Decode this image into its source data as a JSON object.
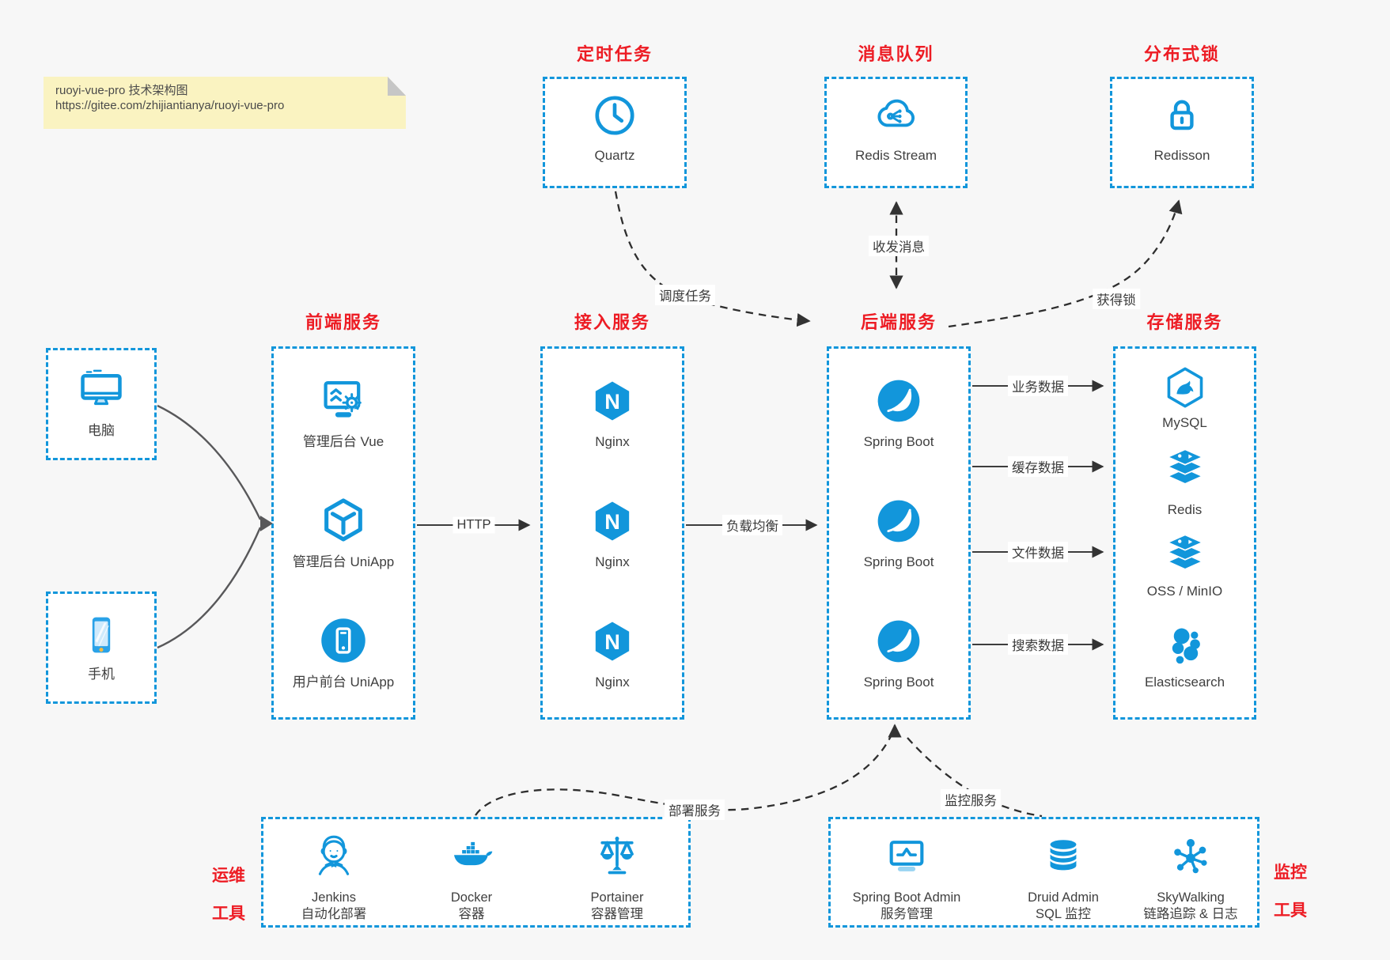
{
  "colors": {
    "bg": "#f7f7f7",
    "blue": "#1296db",
    "red": "#ed1c24",
    "arrow_dark": "#333333",
    "note_bg": "#faf3c1"
  },
  "note": {
    "line1": "ruoyi-vue-pro 技术架构图",
    "line2": "https://gitee.com/zhijiantianya/ruoyi-vue-pro"
  },
  "top_groups": [
    {
      "title": "定时任务",
      "item": "Quartz",
      "icon": "clock-icon"
    },
    {
      "title": "消息队列",
      "item": "Redis Stream",
      "icon": "cloud-queue-icon"
    },
    {
      "title": "分布式锁",
      "item": "Redisson",
      "icon": "lock-icon"
    }
  ],
  "clients": [
    {
      "label": "电脑",
      "icon": "desktop-icon"
    },
    {
      "label": "手机",
      "icon": "phone-icon"
    }
  ],
  "columns": [
    {
      "title": "前端服务",
      "items": [
        "管理后台 Vue",
        "管理后台 UniApp",
        "用户前台 UniApp"
      ]
    },
    {
      "title": "接入服务",
      "items": [
        "Nginx",
        "Nginx",
        "Nginx"
      ]
    },
    {
      "title": "后端服务",
      "items": [
        "Spring Boot",
        "Spring Boot",
        "Spring Boot"
      ]
    },
    {
      "title": "存储服务",
      "items": [
        "MySQL",
        "Redis",
        "OSS / MinIO",
        "Elasticsearch"
      ]
    }
  ],
  "bottom_groups": [
    {
      "side_line1": "运维",
      "side_line2": "工具",
      "items": [
        {
          "name": "Jenkins",
          "desc": "自动化部署"
        },
        {
          "name": "Docker",
          "desc": "容器"
        },
        {
          "name": "Portainer",
          "desc": "容器管理"
        }
      ]
    },
    {
      "side_line1": "监控",
      "side_line2": "工具",
      "items": [
        {
          "name": "Spring Boot Admin",
          "desc": "服务管理"
        },
        {
          "name": "Druid Admin",
          "desc": "SQL 监控"
        },
        {
          "name": "SkyWalking",
          "desc": "链路追踪 & 日志"
        }
      ]
    }
  ],
  "connectors": {
    "http": "HTTP",
    "load_balance": "负载均衡",
    "business_data": "业务数据",
    "cache_data": "缓存数据",
    "file_data": "文件数据",
    "search_data": "搜索数据",
    "schedule": "调度任务",
    "message": "收发消息",
    "lock": "获得锁",
    "deploy": "部署服务",
    "monitor": "监控服务"
  }
}
